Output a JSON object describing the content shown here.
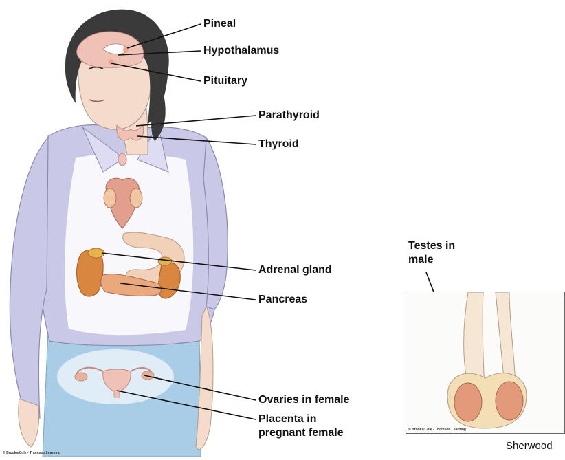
{
  "labels": {
    "pineal": "Pineal",
    "hypothalamus": "Hypothalamus",
    "pituitary": "Pituitary",
    "parathyroid": "Parathyroid",
    "thyroid": "Thyroid",
    "adrenal": "Adrenal gland",
    "pancreas": "Pancreas",
    "ovaries": "Ovaries in female",
    "placenta": "Placenta in pregnant female",
    "testes": "Testes in male"
  },
  "credits": {
    "main": "© Brooks/Cole - Thomson Learning",
    "inset": "© Brooks/Cole - Thomson Learning",
    "attribution": "Sherwood"
  },
  "colors": {
    "hair": "#3a3a3a",
    "skin": "#f3dccb",
    "shirt": "#c9c8e6",
    "pants": "#a9cde6",
    "organ_orange": "#d9873f",
    "organ_pink": "#e7b49a",
    "leader_line": "#111111"
  }
}
